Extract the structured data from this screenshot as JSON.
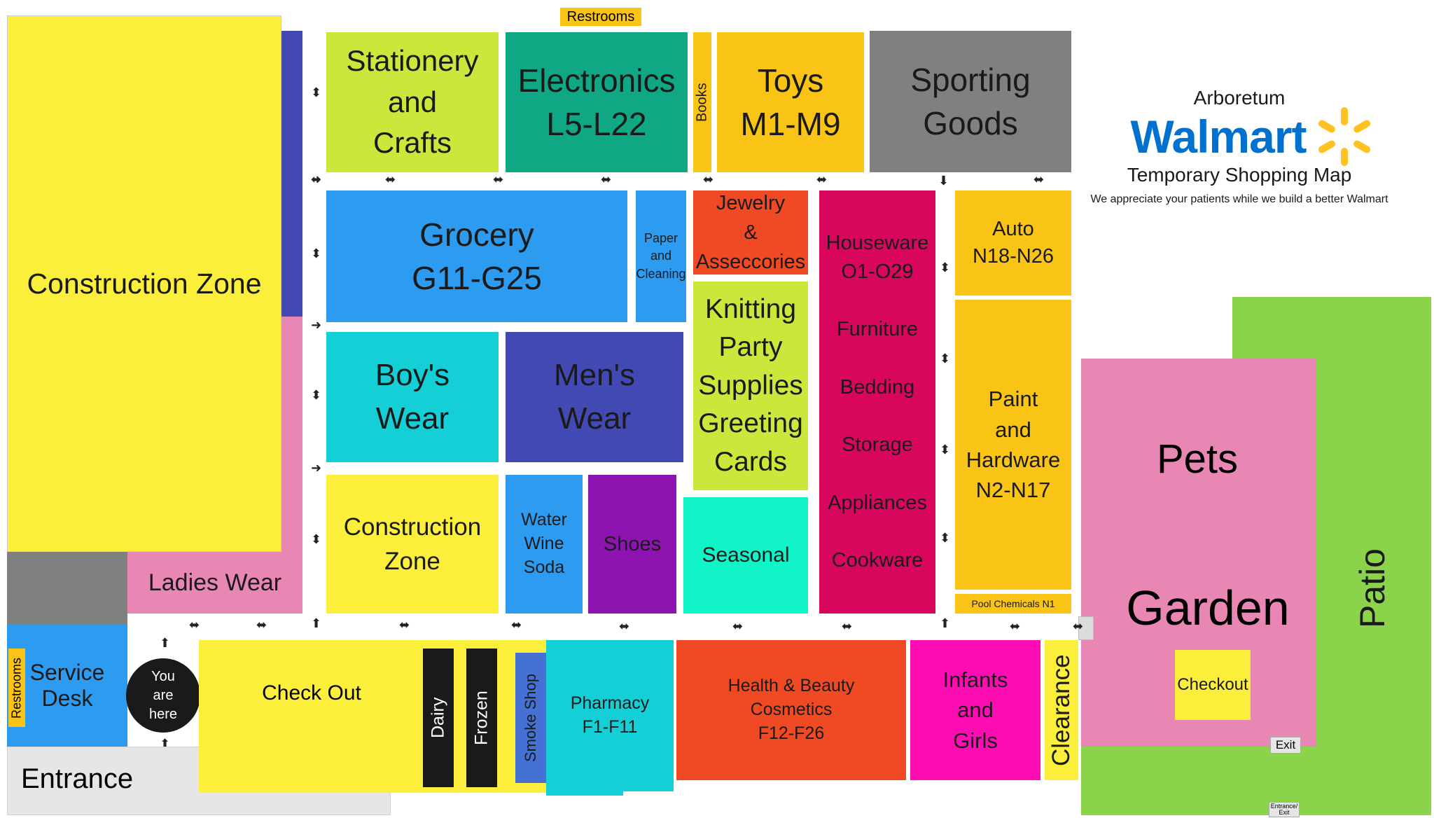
{
  "colors": {
    "yellow": "#fbef3c",
    "purple_blue": "#4349b3",
    "pink": "#e887b4",
    "gray": "#808080",
    "light_gray": "#e6e6e6",
    "blue": "#2d9bef",
    "lime": "#cde63c",
    "teal": "#0fa784",
    "orange_yellow": "#f9c416",
    "red_orange": "#f04a24",
    "magenta": "#d8065d",
    "cyan": "#14cfd6",
    "violet": "#8e14b2",
    "mint": "#10f4c8",
    "hot_pink": "#fe0db3",
    "green": "#8bd34a",
    "black": "#1a1a1a",
    "walmart_blue": "#0071ce",
    "walmart_yellow": "#ffc220"
  },
  "legend": {
    "store_name": "Arboretum",
    "brand": "Walmart",
    "brand_icon": "spark-icon",
    "subtitle": "Temporary Shopping Map",
    "note": "We appreciate your patients while we build a better Walmart"
  },
  "departments": {
    "construction_zone_big": "Construction Zone",
    "restrooms_top": "Restrooms",
    "stationery": "Stationery\nand\nCrafts",
    "electronics": "Electronics\nL5-L22",
    "books": "Books",
    "toys": "Toys\nM1-M9",
    "sporting": "Sporting\nGoods",
    "grocery": "Grocery\nG11-G25",
    "paper": "Paper\nand\nCleaning",
    "jewelry": "Jewelry\n&\nAsseccories",
    "houseware": "Houseware\nO1-O29\n\nFurniture\n\nBedding\n\nStorage\n\nAppliances\n\nCookware",
    "auto": "Auto\nN18-N26",
    "paint": "Paint\nand\nHardware\nN2-N17",
    "pool": "Pool Chemicals N1",
    "knitting": "Knitting\nParty\nSupplies\nGreeting\nCards",
    "boys": "Boy's\nWear",
    "mens": "Men's\nWear",
    "construction_zone_small": "Construction\nZone",
    "water": "Water\nWine\nSoda",
    "shoes": "Shoes",
    "seasonal": "Seasonal",
    "ladies": "Ladies Wear",
    "restrooms_side": "Restrooms",
    "service_desk": "Service\nDesk",
    "you_are_here": "You\nare\nhere",
    "checkout_main": "Check Out",
    "dairy": "Dairy",
    "frozen": "Frozen",
    "smoke_shop": "Smoke Shop",
    "pharmacy": "Pharmacy\nF1-F11",
    "health": "Health & Beauty\nCosmetics\nF12-F26",
    "infants": "Infants\nand\nGirls",
    "clearance": "Clearance",
    "pets": "Pets",
    "garden": "Garden",
    "garden_checkout": "Checkout",
    "patio": "Patio",
    "exit_garden": "Exit",
    "entrance_exit_small": "Entrance/\nExit",
    "entrance": "Entrance",
    "exit_main": "Exit"
  }
}
